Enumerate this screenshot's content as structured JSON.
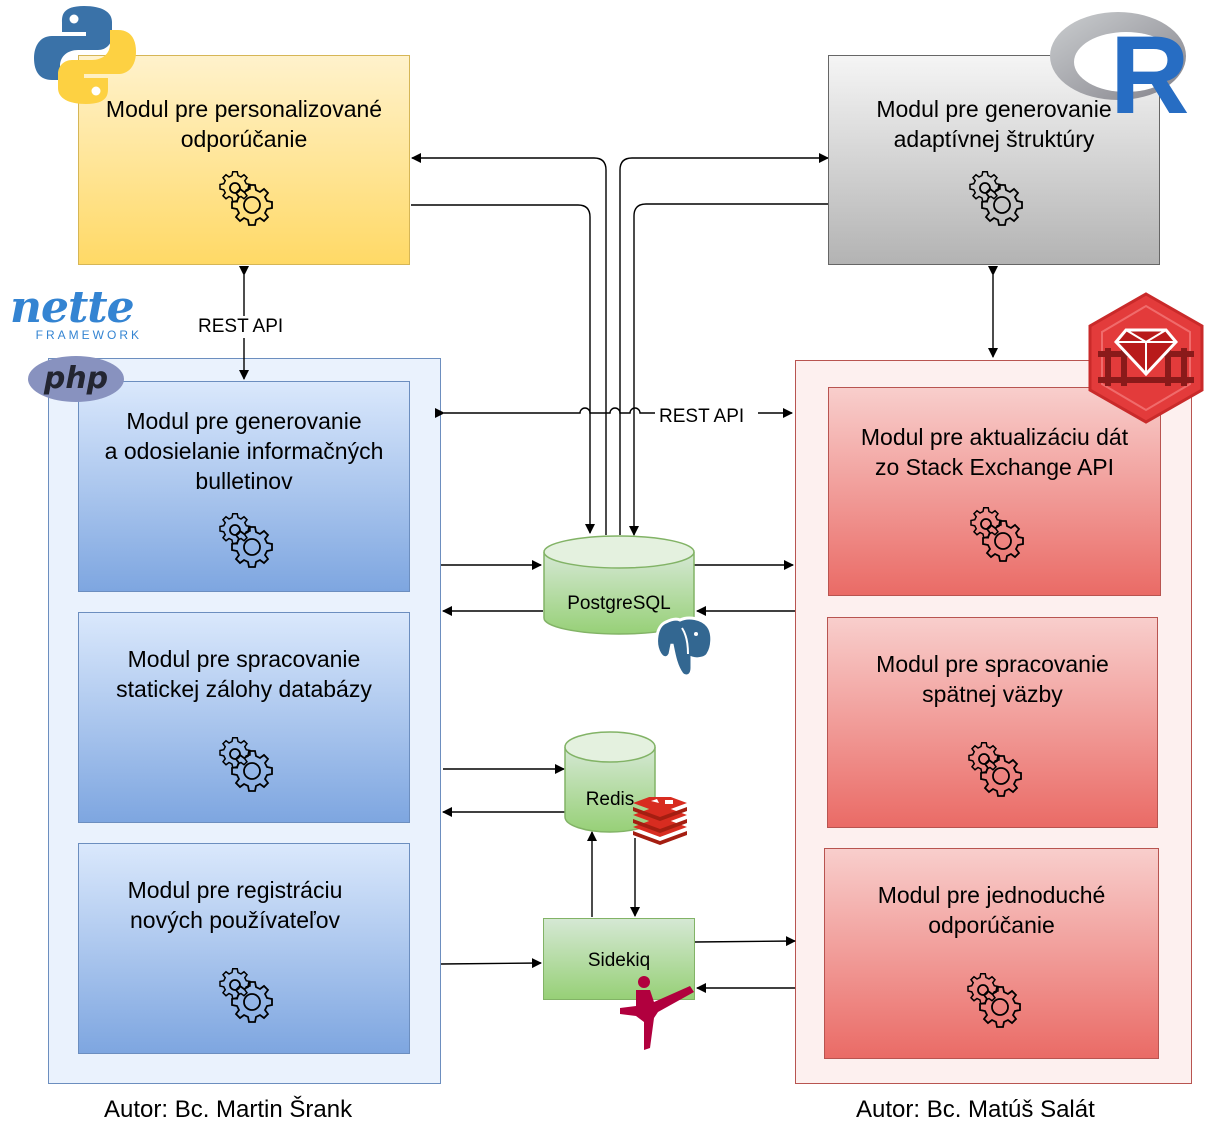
{
  "modules": {
    "personalized": "Modul pre personalizované\nodporúčanie",
    "adaptive": "Modul pre generovanie\nadaptívnej štruktúry",
    "bulletins": "Modul pre generovanie\na odosielanie informačných\nbulletinov",
    "backup": "Modul pre spracovanie\nstatickej zálohy databázy",
    "registration": "Modul pre registráciu\nnových používateľov",
    "stackexchange": "Modul pre aktualizáciu dát\nzo Stack Exchange API",
    "feedback": "Modul pre spracovanie\nspätnej väzby",
    "simple": "Modul pre jednoduché\nodporúčanie"
  },
  "stores": {
    "postgres": "PostgreSQL",
    "redis": "Redis",
    "sidekiq": "Sidekiq"
  },
  "edge_labels": {
    "rest_left": "REST API",
    "rest_middle": "REST API"
  },
  "logos": {
    "nette_word": "nette",
    "nette_sub": "FRAMEWORK",
    "php_word": "php",
    "r_letter": "R"
  },
  "authors": {
    "left": "Autor: Bc. Martin Šrank",
    "right": "Autor: Bc. Matúš Salát"
  },
  "colors": {
    "yellow_fill": "#ffd966",
    "blue_fill": "#7ea6e0",
    "red_fill": "#ea6b66",
    "green_fill": "#97d077",
    "gray_fill": "#b3b3b3"
  }
}
